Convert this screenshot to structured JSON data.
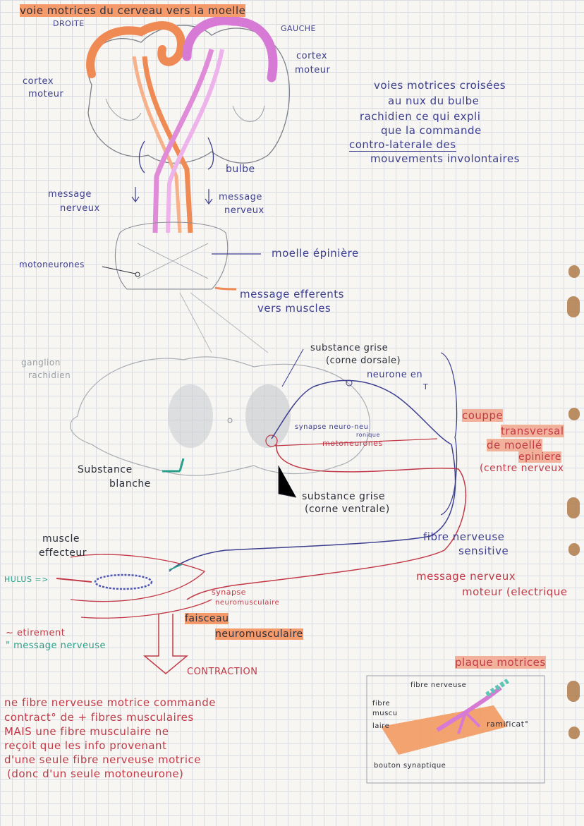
{
  "header": {
    "title": "voie motrices du cerveau vers la moelle",
    "left_label": "DROITE",
    "right_label": "GAUCHE"
  },
  "brain": {
    "cortex_left": [
      "cortex",
      "moteur"
    ],
    "cortex_right": [
      "cortex",
      "moteur"
    ],
    "bulbe": "bulbe",
    "message_left": [
      "message",
      "nerveux"
    ],
    "message_right": [
      "message",
      "nerveux"
    ],
    "moelle": "moelle épinière",
    "motoneurones": "motoneurones",
    "message_efferents": [
      "message efferents",
      "vers muscles"
    ]
  },
  "note_top": [
    "voies motrices croisées",
    "au nux du bulbe",
    "rachidien ce qui expli",
    "que la commande",
    "contro-laterale des",
    "mouvements involontaires"
  ],
  "section": {
    "ganglion": [
      "ganglion",
      "rachidien"
    ],
    "substance_grise_dorsale": [
      "substance grise",
      "(corne dorsale)"
    ],
    "neurone_en_t": [
      "neurone en",
      "T"
    ],
    "synapse": [
      "synapse neuro-neu",
      "ronique"
    ],
    "motoneurones": "motoneurones",
    "substance_blanche": [
      "Substance",
      "blanche"
    ],
    "substance_grise_ventrale": [
      "substance grise",
      "(corne ventrale)"
    ],
    "coupe": [
      "couppe",
      "transversal",
      "de moellé",
      "epiniere",
      "(centre nerveux"
    ],
    "fibre_sensitive": [
      "fibre nerveuse",
      "sensitive"
    ]
  },
  "muscle": {
    "muscle_effecteur": [
      "muscle",
      "effecteur"
    ],
    "hulus": "HULUS =>",
    "synapse_nm": [
      "synapse",
      "neuromusculaire"
    ],
    "faisceau": [
      "faisceau",
      "neuromusculaire"
    ],
    "message_moteur": [
      "message nerveux",
      "moteur (electrique"
    ],
    "legend": [
      "etirement",
      "message nerveuse"
    ],
    "contraction": "CONTRACTION"
  },
  "note_bottom": [
    "ne fibre nerveuse motrice commande",
    "contract° de + fibres musculaires",
    "MAIS une fibre musculaire ne",
    "reçoit que les info provenant",
    "d'une seule fibre nerveuse motrice",
    "(donc d'un seule motoneurone)"
  ],
  "plaque": {
    "title": "plaque motrices",
    "fibre_nerveuse": "fibre nerveuse",
    "fibre_musculaire": [
      "fibre",
      "muscu",
      "laire"
    ],
    "ramification": "ramificat°",
    "bouton": "bouton synaptique"
  },
  "colors": {
    "ink_blue": "#3d3f8f",
    "orange": "#f08a55",
    "pink": "#e08bd8",
    "red": "#c23a48",
    "green": "#2aa08a"
  }
}
